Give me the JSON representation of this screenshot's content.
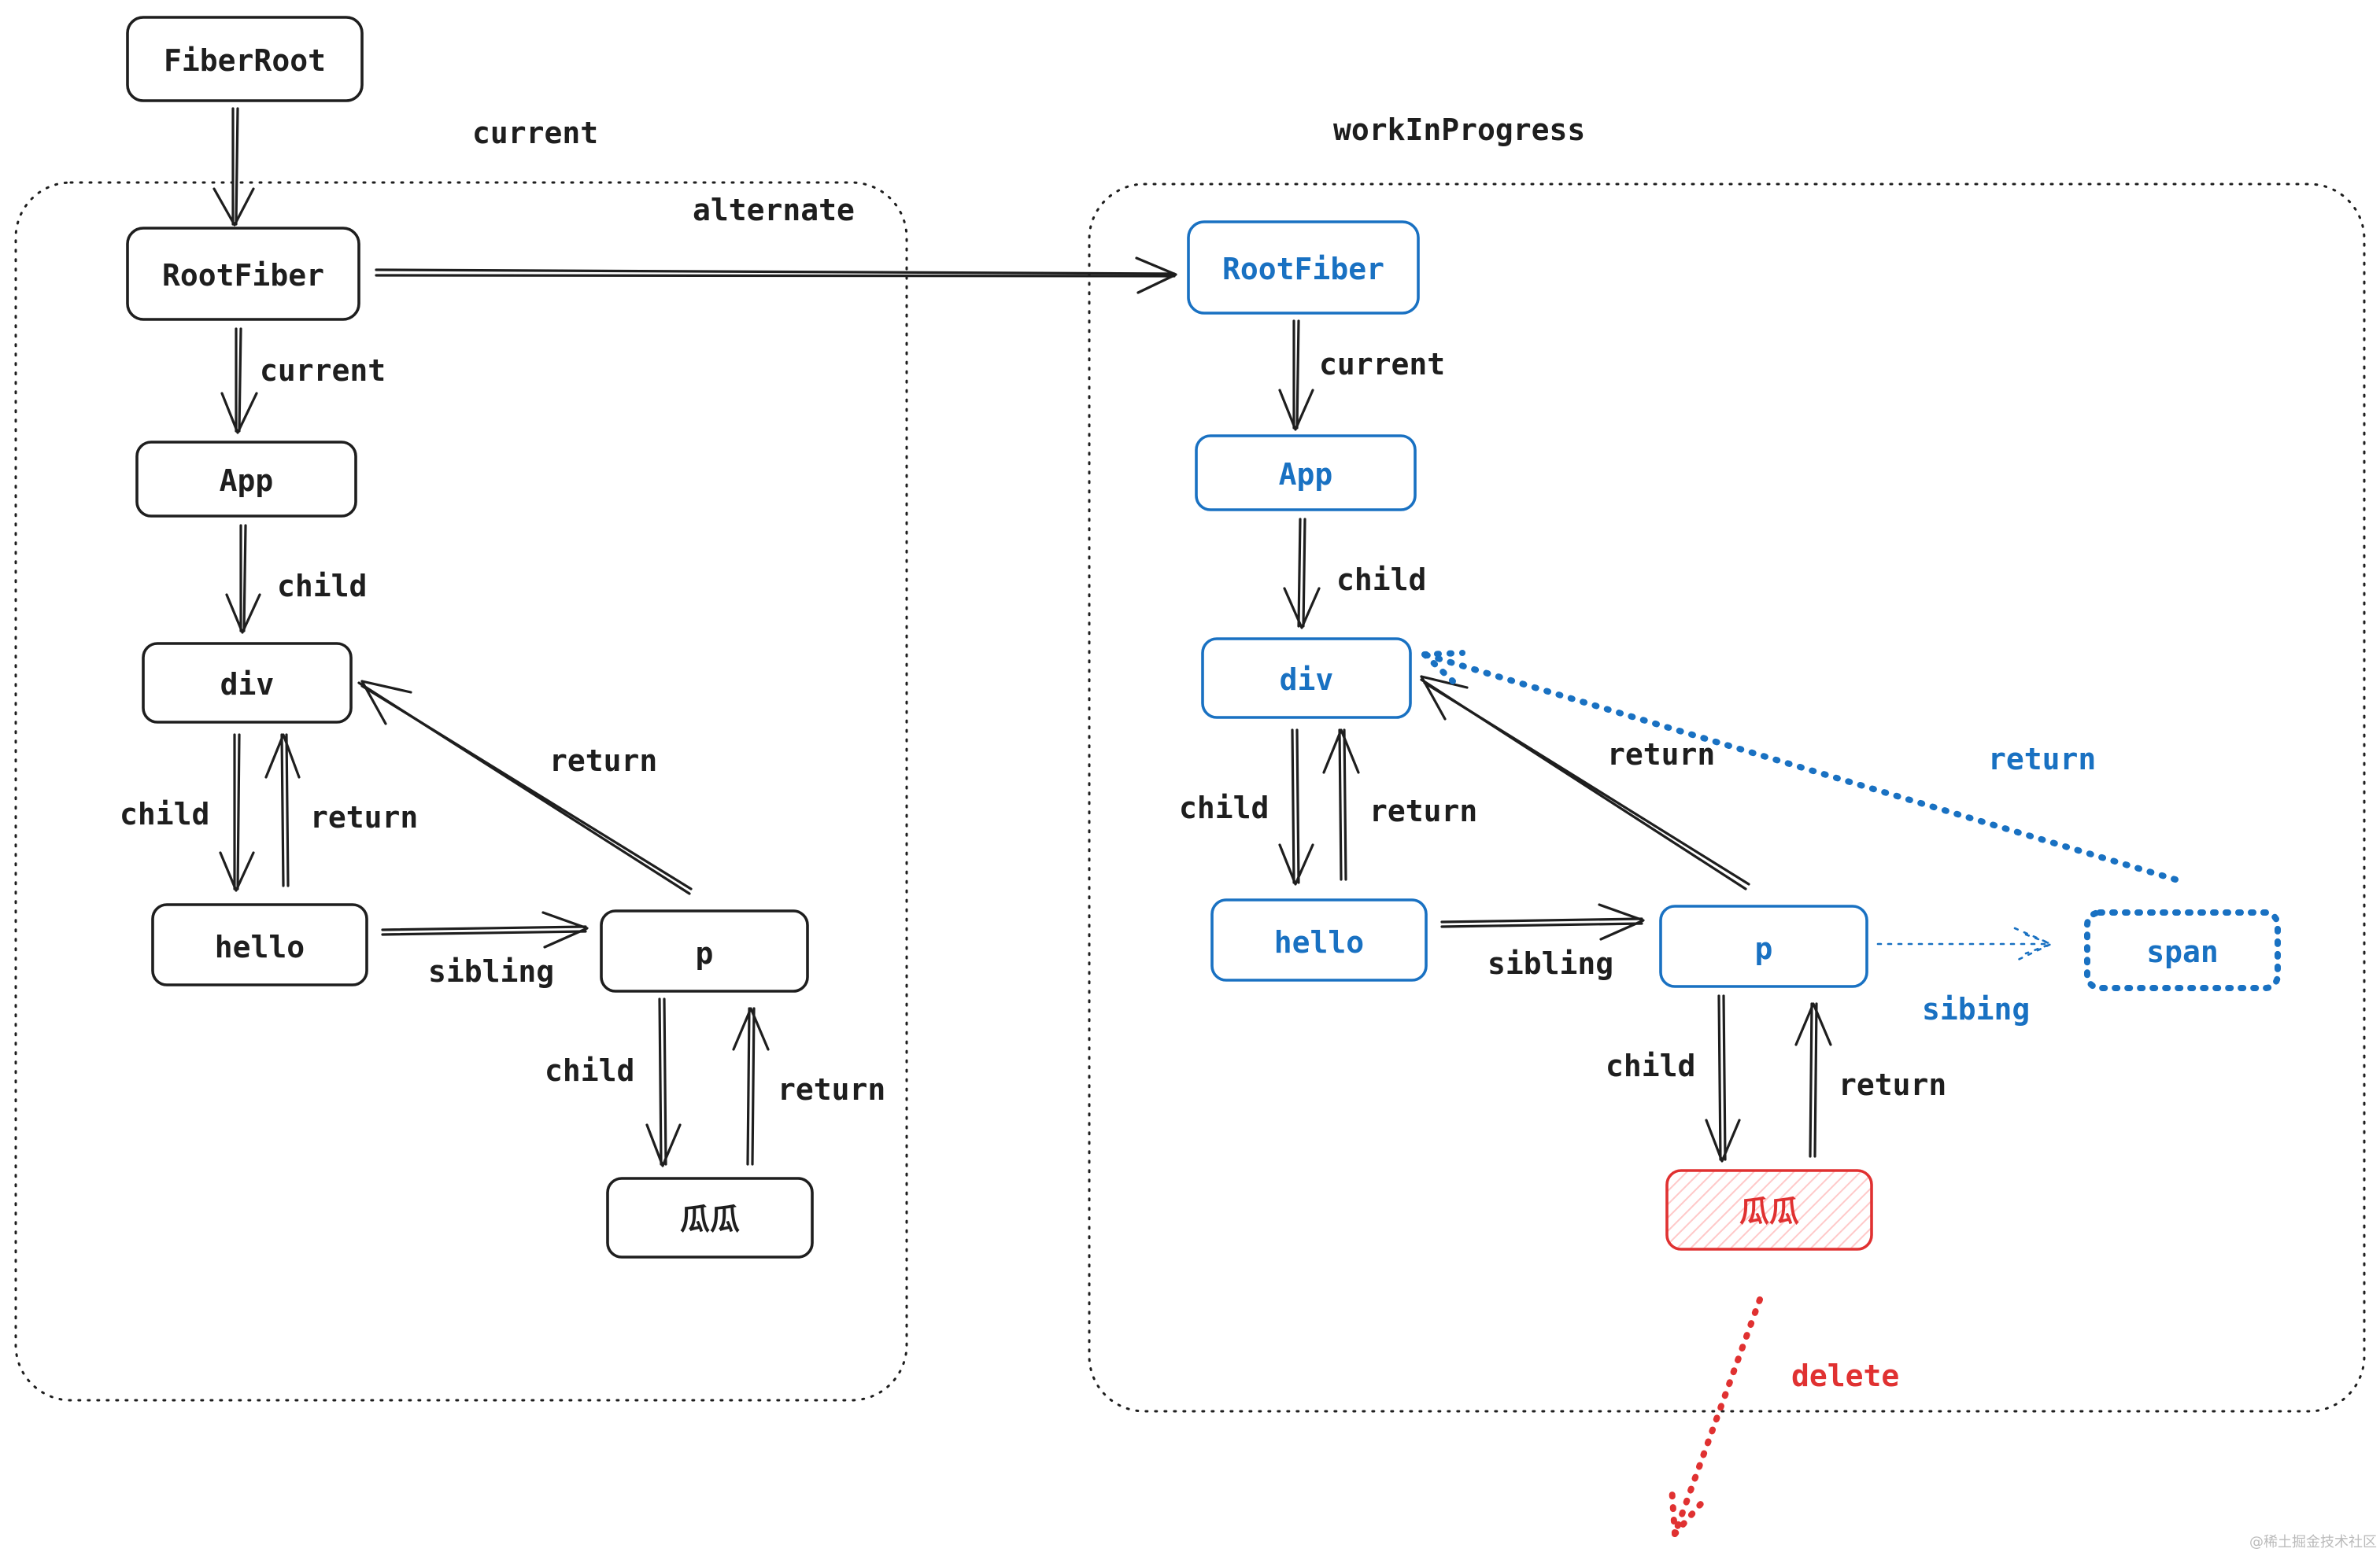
{
  "panels": {
    "current_title": "current",
    "wip_title": "workInProgress"
  },
  "nodes": {
    "fiber_root": "FiberRoot",
    "current_root_fiber": "RootFiber",
    "current_app": "App",
    "current_div": "div",
    "current_hello": "hello",
    "current_p": "p",
    "current_guagua": "瓜瓜",
    "wip_root_fiber": "RootFiber",
    "wip_app": "App",
    "wip_div": "div",
    "wip_hello": "hello",
    "wip_p": "p",
    "wip_span": "span",
    "wip_guagua": "瓜瓜"
  },
  "edges": {
    "alternate": "alternate",
    "current_rootfiber_app": "current",
    "current_app_div": "child",
    "current_div_hello_child": "child",
    "current_hello_div_return": "return",
    "current_p_div_return": "return",
    "current_hello_p_sibling": "sibling",
    "current_p_guagua_child": "child",
    "current_guagua_p_return": "return",
    "wip_rootfiber_app": "current",
    "wip_app_div": "child",
    "wip_div_hello_child": "child",
    "wip_hello_div_return": "return",
    "wip_p_div_return": "return",
    "wip_span_div_return": "return",
    "wip_hello_p_sibling": "sibling",
    "wip_p_span_sibling": "sibing",
    "wip_p_guagua_child": "child",
    "wip_guagua_p_return": "return",
    "delete": "delete"
  },
  "colors": {
    "stroke": "#1e1e1e",
    "new_fiber": "#1971c2",
    "deleted_fiber": "#e03131"
  },
  "watermark": "@稀土掘金技术社区"
}
